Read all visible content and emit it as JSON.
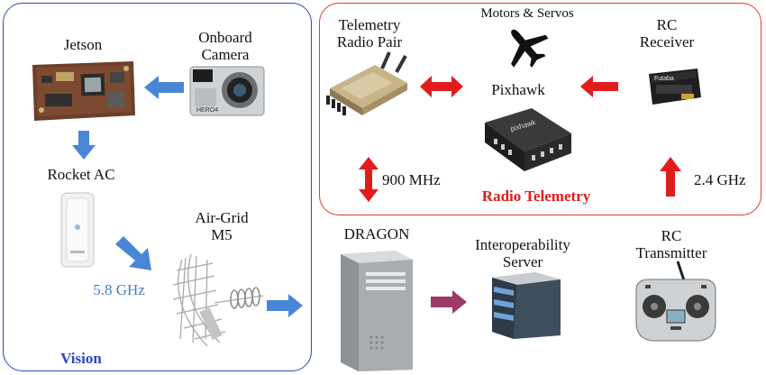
{
  "colors": {
    "vision_border": "#2e47c2",
    "telemetry_border": "#e03838",
    "blue_arrow": "#4a86d6",
    "red_arrow": "#e21c1c",
    "purple_arrow": "#9b3b66"
  },
  "vision_group": {
    "title": "Vision",
    "nodes": {
      "jetson": "Jetson",
      "camera_line1": "Onboard",
      "camera_line2": "Camera",
      "rocket": "Rocket AC",
      "airgrid_line1": "Air-Grid",
      "airgrid_line2": "M5"
    },
    "link_label": "5.8 GHz"
  },
  "telemetry_group": {
    "title": "Radio Telemetry",
    "nodes": {
      "radio_line1": "Telemetry",
      "radio_line2": "Radio Pair",
      "motors": "Motors & Servos",
      "pixhawk": "Pixhawk",
      "rc_rx_line1": "RC",
      "rc_rx_line2": "Receiver"
    },
    "link_900": "900 MHz",
    "link_24": "2.4 GHz"
  },
  "ground_nodes": {
    "dragon": "DRAGON",
    "interop_line1": "Interoperability",
    "interop_line2": "Server",
    "rc_tx_line1": "RC",
    "rc_tx_line2": "Transmitter"
  },
  "device_marks": {
    "camera": "HERO4",
    "pixhawk": "pixhawk",
    "receiver": "Futaba"
  },
  "icons": [
    "jetson-board-icon",
    "gopro-camera-icon",
    "rocket-ac-icon",
    "airgrid-antenna-icon",
    "telemetry-radio-icon",
    "airplane-icon",
    "pixhawk-icon",
    "rc-receiver-icon",
    "dragon-computer-icon",
    "server-icon",
    "rc-transmitter-icon"
  ]
}
